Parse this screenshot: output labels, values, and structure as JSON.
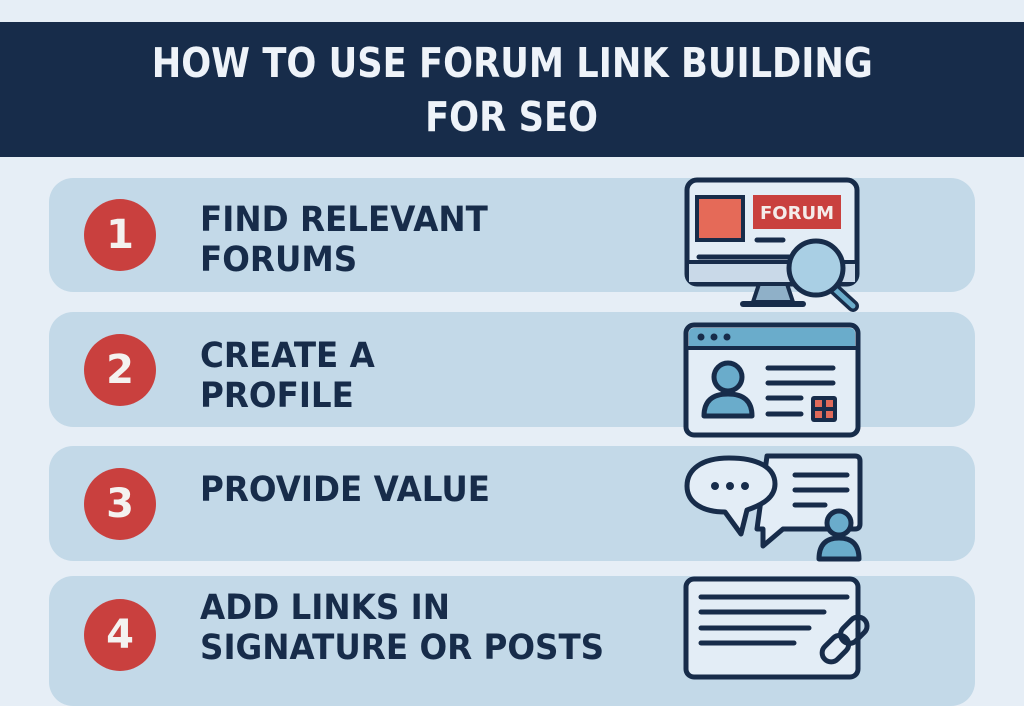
{
  "header": {
    "title_line1": "HOW TO USE FORUM LINK BUILDING",
    "title_line2": "FOR SEO"
  },
  "colors": {
    "background": "#e6eef6",
    "header_bg": "#172c4a",
    "header_text": "#eef3f9",
    "card_bg": "#c3d9e8",
    "badge_red": "#c9403e",
    "title_text": "#172c4a",
    "icon_accent_blue": "#6aaccb",
    "icon_accent_red": "#e06a5a"
  },
  "steps": [
    {
      "number": "1",
      "line1": "FIND RELEVANT",
      "line2": "FORUMS",
      "icon": "monitor-forum-search-icon",
      "icon_label": "FORUM"
    },
    {
      "number": "2",
      "line1": "CREATE A",
      "line2": "PROFILE",
      "icon": "profile-card-window-icon"
    },
    {
      "number": "3",
      "line1": "PROVIDE VALUE",
      "line2": "",
      "icon": "chat-bubble-user-icon"
    },
    {
      "number": "4",
      "line1": "ADD LINKS IN",
      "line2": "SIGNATURE OR POSTS",
      "icon": "document-link-icon"
    }
  ]
}
